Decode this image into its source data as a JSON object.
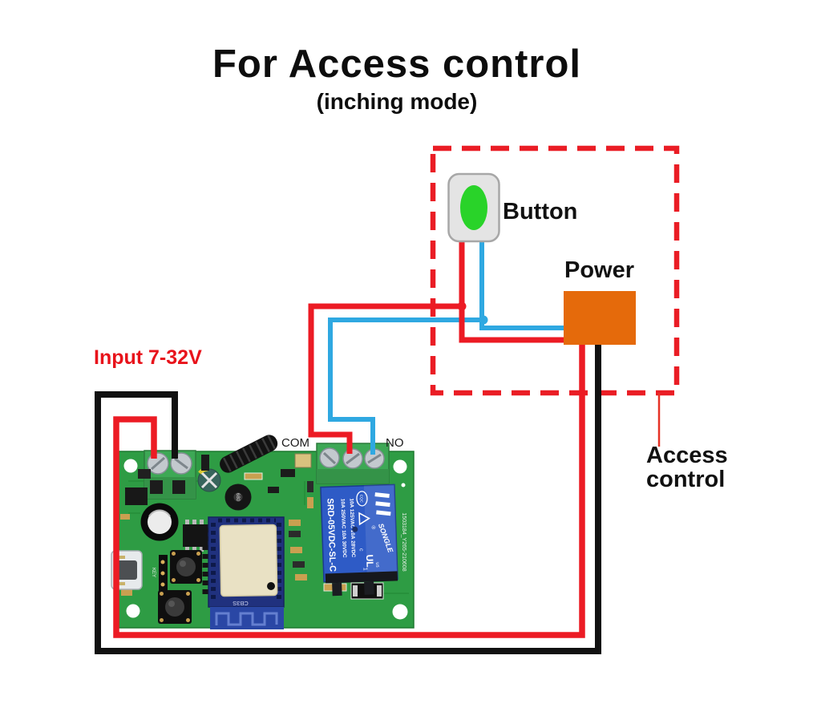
{
  "title": {
    "main": "For Access control",
    "sub": "(inching mode)"
  },
  "annotations": {
    "button_label": "Button",
    "power_label": "Power",
    "access_line1": "Access",
    "access_line2": "control",
    "input_label": "Input 7-32V",
    "com_label": "COM",
    "no_label": "NO"
  },
  "pcb": {
    "relay": {
      "model": "SRD-05VDC-SL-C",
      "rating_line1": "10A 250VAC  10A 30VDC",
      "rating_line2": "10A 125VAC  10A 28VDC",
      "brand": "SONGLE",
      "cert": "CQC",
      "reg_mark": "®",
      "ul_c": "c",
      "ul": "UL",
      "ul_us": "us",
      "pin1": "1"
    },
    "wifi_module_name": "CB3S",
    "inductor_value": "680",
    "key_header_label": "KEY",
    "silkscreen_code": "1503184_Y265-210608"
  },
  "colors": {
    "wire_red": "#EC1B24",
    "wire_blue": "#2FA8E1",
    "wire_black": "#111111",
    "enclosure_dash_red": "#EA1D25",
    "power_orange": "#E56A0B",
    "button_green": "#29D329",
    "pcb_green": "#2E9C44",
    "relay_blue": "#2E5BC6"
  }
}
